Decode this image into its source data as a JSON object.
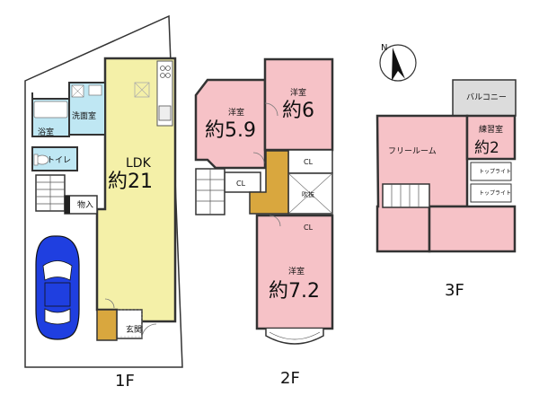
{
  "colors": {
    "ldk_fill": "#f4f0a8",
    "room_fill": "#f6c2c7",
    "wet_fill": "#bfe7f3",
    "stair_fill": "#d9a73e",
    "balcony_fill": "#dcdcdc",
    "wall": "#333333"
  },
  "compass": {
    "north_label": "N",
    "icon": "north-arrow-icon"
  },
  "floor1": {
    "label": "1F",
    "ldk_label": "LDK",
    "ldk_size": "約21",
    "washroom": "洗面室",
    "bath": "浴室",
    "toilet": "トイレ",
    "storage": "物入",
    "entrance": "玄関",
    "car_icon": "car-icon"
  },
  "floor2": {
    "label": "2F",
    "room_a_name": "洋室",
    "room_a_size": "約5.9",
    "room_b_name": "洋室",
    "room_b_size": "約6",
    "room_c_name": "洋室",
    "room_c_size": "約7.2",
    "cl1": "CL",
    "cl2": "CL",
    "cl3": "CL",
    "void": "吹抜"
  },
  "floor3": {
    "label": "3F",
    "free_room": "フリールーム",
    "practice_name": "練習室",
    "practice_size": "約2",
    "balcony": "バルコニー",
    "toplight1": "トップライト",
    "toplight2": "トップライト"
  }
}
